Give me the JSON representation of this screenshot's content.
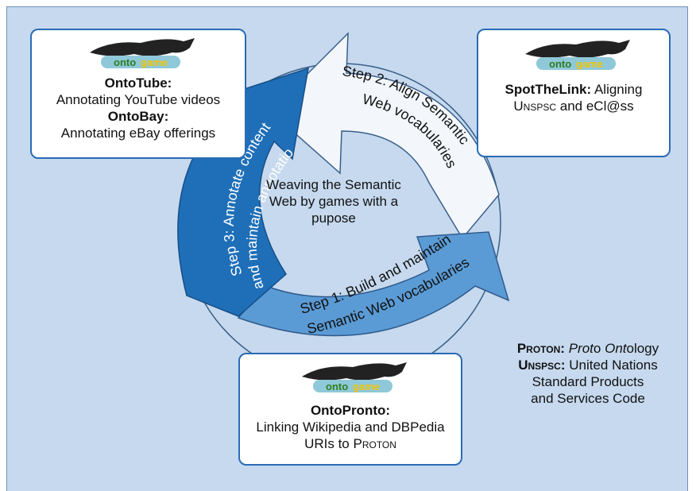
{
  "brand": {
    "logo_text_part1": "onto",
    "logo_text_part2": "game"
  },
  "cards": {
    "top_left": {
      "title1": "OntoTube:",
      "line1": "Annotating YouTube videos",
      "title2": "OntoBay:",
      "line2": "Annotating eBay offerings"
    },
    "top_right": {
      "title": "SpotTheLink:",
      "line1_rest": "Aligning",
      "line2_sc": "Unspsc",
      "line2_rest": "and eCl@ss"
    },
    "bottom": {
      "title": "OntoPronto:",
      "line1": "Linking Wikipedia and DBPedia",
      "line2_pre": "URIs to",
      "line2_sc": "Proton"
    }
  },
  "cycle": {
    "center": "Weaving the Semantic Web by games with a pupose",
    "step1_a": "Step 1: Build and maintain",
    "step1_b": "Semantic Web vocabularies",
    "step2_a": "Step 2: Align Semantic",
    "step2_b": "Web vocabularies",
    "step3_a": "Step 3: Annotate content",
    "step3_b": "and maintain annotations"
  },
  "legend": {
    "proton_term": "Proton:",
    "proton_def_a": "Prot",
    "proton_def_b": "o",
    "proton_def_c": "Ont",
    "proton_def_d": "ology",
    "unspsc_term": "Unspsc:",
    "unspsc_def_1": "United Nations",
    "unspsc_def_2": "Standard Products",
    "unspsc_def_3": "and Services Code"
  },
  "colors": {
    "panel_bg": "#c6d9ee",
    "step1": "#5b9bd5",
    "step2": "#f3f7fc",
    "step3": "#1f6fb8",
    "card_border": "#2a6bb5",
    "logo_green": "#2f7d1f",
    "logo_yellow": "#f2c600"
  }
}
